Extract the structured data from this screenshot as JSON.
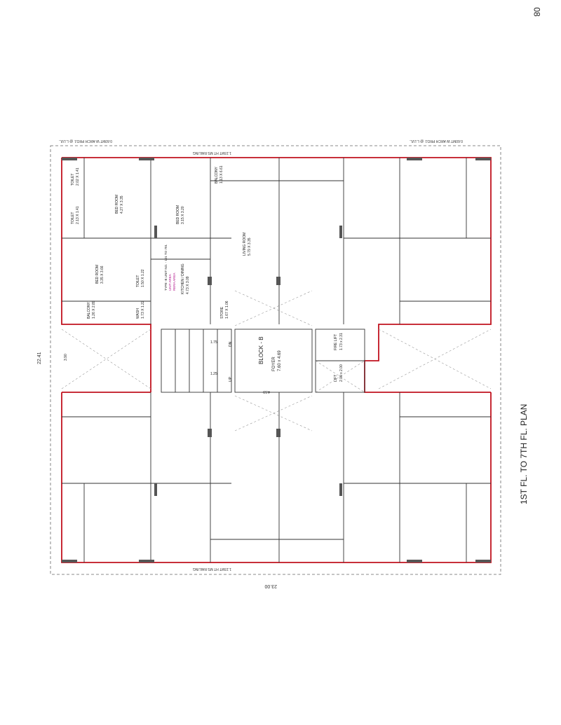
{
  "page_number": "08",
  "plan_title": "1ST FL. TO 7TH FL. PLAN",
  "block_label": "BLOCK - B",
  "overall_dims": {
    "width": "22.41",
    "length": "23.00"
  },
  "lobby": {
    "name": "FOYER",
    "dims": "7.60 x 4.69"
  },
  "core": {
    "lift": {
      "name": "LIFT",
      "dims": "2.00 x 2.00"
    },
    "fire_lift": {
      "name": "FIRE LIFT",
      "dims": "1.73 x 2.31"
    },
    "stair_labels": {
      "up": "UP",
      "dn": "DN"
    },
    "dims": [
      "1.75",
      "1.25",
      "4.59",
      "3.90"
    ]
  },
  "annotations": {
    "railing": "1.15MT HT MS RAILING",
    "arch_proj": "0.60MT W ARCH PROJ. @ L.LVL."
  },
  "rooms": [
    {
      "name": "BED ROOM",
      "dims": "4.27 X 3.35"
    },
    {
      "name": "BED ROOM",
      "dims": "3.15 X 3.20"
    },
    {
      "name": "BED ROOM",
      "dims": "3.35 X 3.66"
    },
    {
      "name": "LIVING ROOM",
      "dims": "5.79 X 3.35"
    },
    {
      "name": "KITCHEN / DINING",
      "dims": "4.73 X 3.09"
    },
    {
      "name": "BALCONY",
      "dims": "1.13 X 6.61"
    },
    {
      "name": "BALCONY",
      "dims": "1.26 X 2.89"
    },
    {
      "name": "TOILET",
      "dims": "2.13 X 1.41"
    },
    {
      "name": "TOILET",
      "dims": "2.02 X 1.41"
    },
    {
      "name": "TOILET",
      "dims": "1.50 X 1.22"
    },
    {
      "name": "WASH",
      "dims": "1.73 X 1.22"
    },
    {
      "name": "STORE",
      "dims": "1.67 X 1.06"
    }
  ],
  "unit_area_note": {
    "line1": "TYPE -B UNIT NO. - 101 TO 701",
    "line2": "UNIT AREA",
    "line3": "RERA AREA"
  },
  "colors": {
    "outline": "#c1121f",
    "wall": "#333333",
    "area_note": "#b0138a"
  }
}
